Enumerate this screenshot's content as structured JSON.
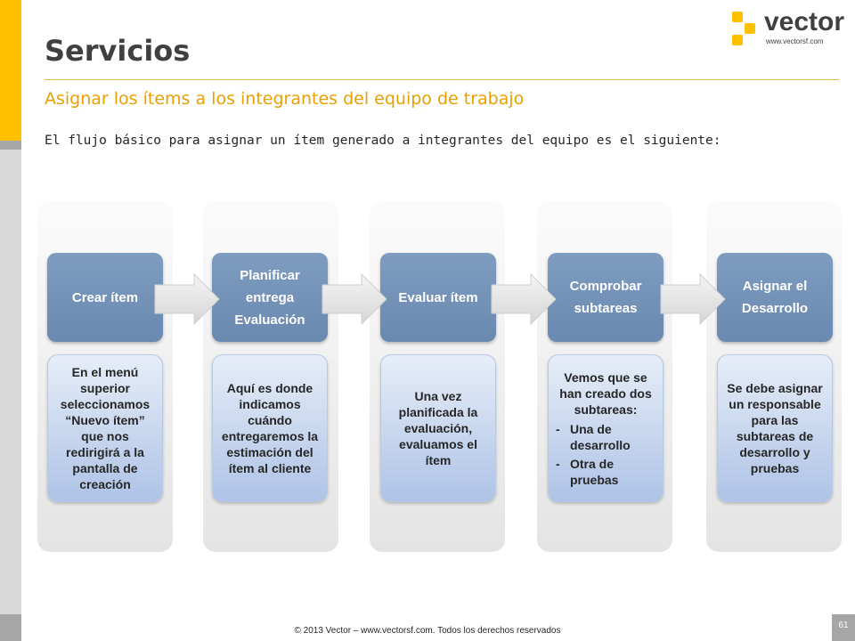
{
  "header": {
    "title": "Servicios",
    "subtitle": "Asignar los ítems a los integrantes del equipo de trabajo",
    "intro": "El flujo básico para asignar un ítem generado a integrantes del equipo es el siguiente:"
  },
  "logo": {
    "name": "vector",
    "url": "www.vectorsf.com",
    "accent_color": "#ffc000"
  },
  "flow": {
    "steps": [
      {
        "label": "Crear ítem",
        "description": "En el menú superior seleccionamos “Nuevo ítem” que nos redirigirá a la pantalla de creación"
      },
      {
        "label": "Planificar entrega Evaluación",
        "description": "Aquí es donde indicamos cuándo entregaremos la estimación del ítem al cliente"
      },
      {
        "label": "Evaluar ítem",
        "description": "Una vez planificada la evaluación, evaluamos el ítem"
      },
      {
        "label": "Comprobar subtareas",
        "description_lead": "Vemos que se han creado dos subtareas:",
        "description_items": [
          "Una de desarrollo",
          "Otra de pruebas"
        ],
        "bullet": "-"
      },
      {
        "label": "Asignar el Desarrollo",
        "description": "Se debe asignar un responsable para las subtareas de desarrollo y pruebas"
      }
    ]
  },
  "footer": {
    "copyright": "© 2013 Vector – www.vectorsf.com. Todos los derechos reservados",
    "page_number": "61"
  },
  "colors": {
    "accent_yellow": "#ffc000",
    "subtitle_orange": "#e8a000",
    "step_blue": "#6f8db4",
    "desc_blue": "#aec3e6",
    "column_gray": "#e4e4e4"
  }
}
